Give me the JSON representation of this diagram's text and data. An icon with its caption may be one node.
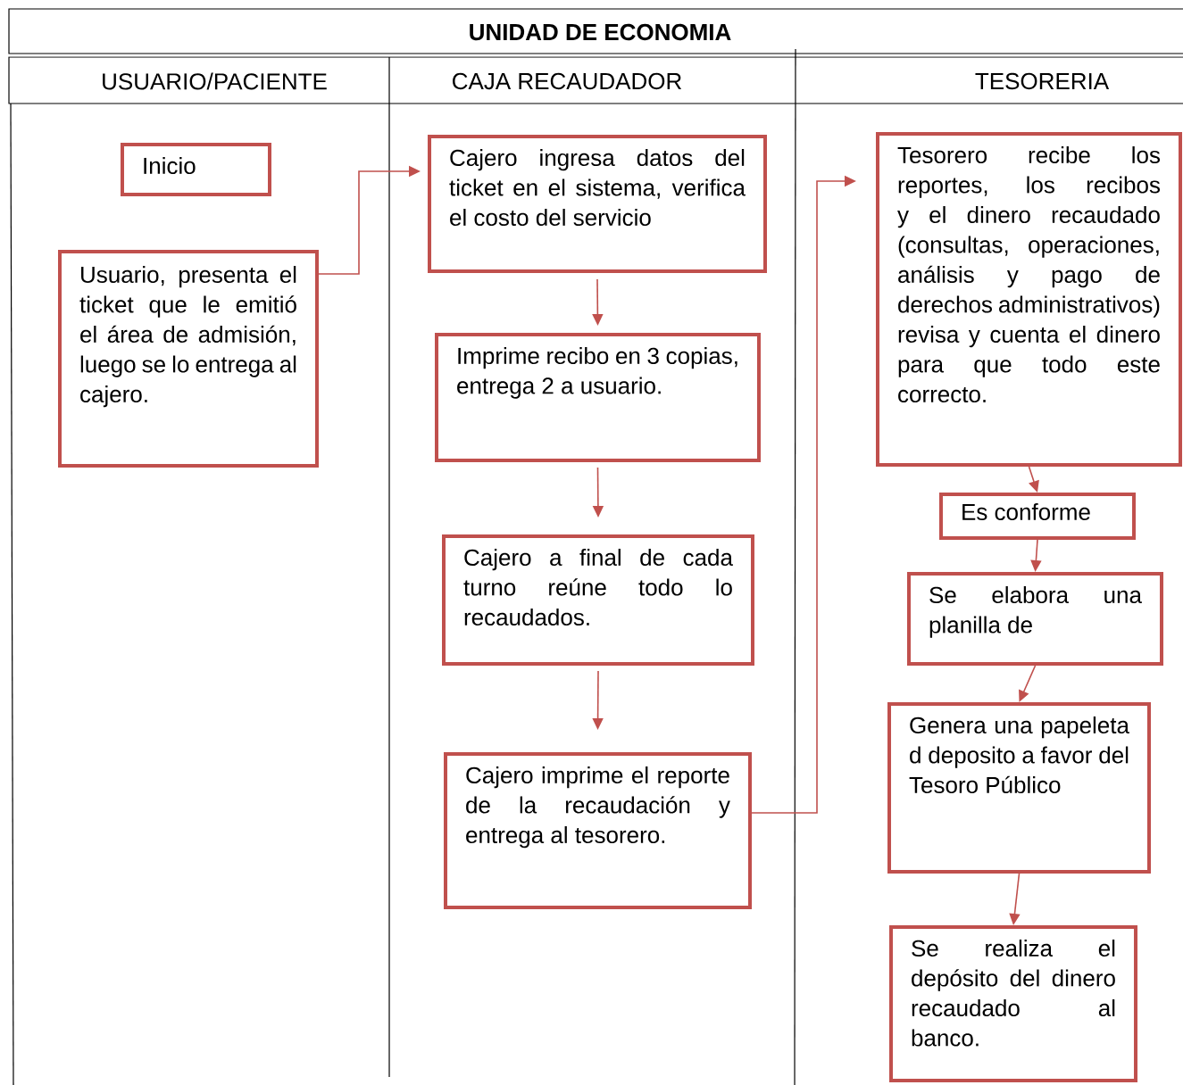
{
  "diagram": {
    "title": "UNIDAD DE ECONOMIA",
    "nodes": [
      {
        "text": [
          "Inicio"
        ]
      },
      {
        "text": [
          "Usuario, presenta el ticket que le emitió el área de admisión, luego se lo entrega al cajero."
        ]
      },
      {
        "text": [
          "Cajero ingresa datos del ticket en el sistema, verifica el costo del servicio"
        ]
      },
      {
        "text": [
          "Imprime recibo en 3 copias, entrega 2 a usuario."
        ]
      },
      {
        "text": [
          "Cajero a final de cada turno reúne todo lo recaudados."
        ]
      },
      {
        "text": [
          "Cajero imprime el reporte de la recaudación y entrega al tesorero."
        ]
      },
      {
        "text": [
          "Tesorero recibe los reportes, los recibos y el dinero recaudado (consultas, operaciones, análisis y pago de derechos administrativos) revisa y cuenta el dinero para que todo este correcto."
        ]
      },
      {
        "text": [
          "Es conforme"
        ]
      },
      {
        "text": [
          "Se elabora una planilla de"
        ]
      },
      {
        "text": [
          "Genera una papeleta d deposito a favor del Tesoro Público"
        ]
      },
      {
        "text": [
          "Se realiza el depósito del dinero recaudado al banco."
        ]
      }
    ],
    "edges": [
      {
        "from": 1,
        "to": 2,
        "arrow": "to"
      },
      {
        "from": 2,
        "to": 3,
        "arrow": "to"
      },
      {
        "from": 3,
        "to": 4,
        "arrow": "to"
      },
      {
        "from": 4,
        "to": 5,
        "arrow": "to"
      },
      {
        "from": 5,
        "to": 6,
        "arrow": "to"
      },
      {
        "from": 6,
        "to": 7,
        "arrow": "to"
      },
      {
        "from": 7,
        "to": 8,
        "arrow": "to"
      },
      {
        "from": 8,
        "to": 9,
        "arrow": "to"
      },
      {
        "from": 9,
        "to": 10,
        "arrow": "to"
      }
    ],
    "labels": [
      "USUARIO/PACIENTE",
      "CAJA RECAUDADOR",
      "TESORERIA"
    ]
  }
}
